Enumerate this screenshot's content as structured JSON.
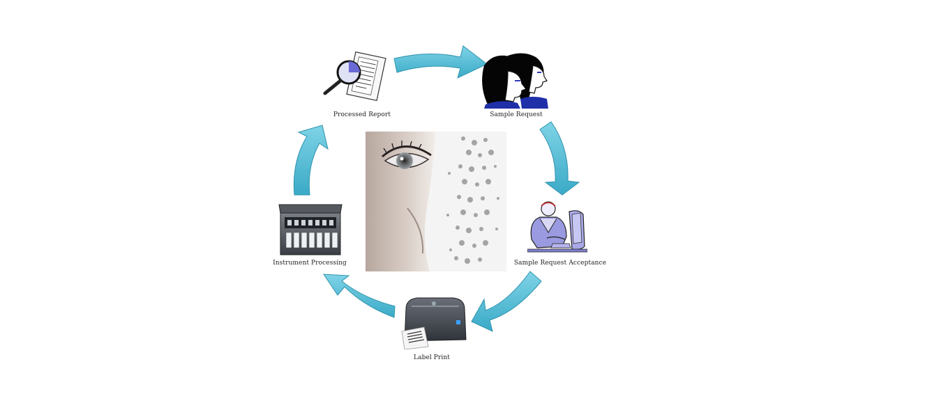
{
  "colors": {
    "arrow_fill": "#5bc0d6",
    "arrow_stroke": "#2e93ad",
    "background": "#ffffff"
  },
  "steps": [
    {
      "label": "Processed Report",
      "icon": "magnifier-report-icon"
    },
    {
      "label": "Sample Request",
      "icon": "two-people-icon"
    },
    {
      "label": "Sample Request Acceptance",
      "icon": "person-at-computer-icon"
    },
    {
      "label": "Label Print",
      "icon": "label-printer-icon"
    },
    {
      "label": "Instrument Processing",
      "icon": "lab-instrument-icon"
    }
  ],
  "center_image": {
    "icon": "eye-dna-photo"
  }
}
